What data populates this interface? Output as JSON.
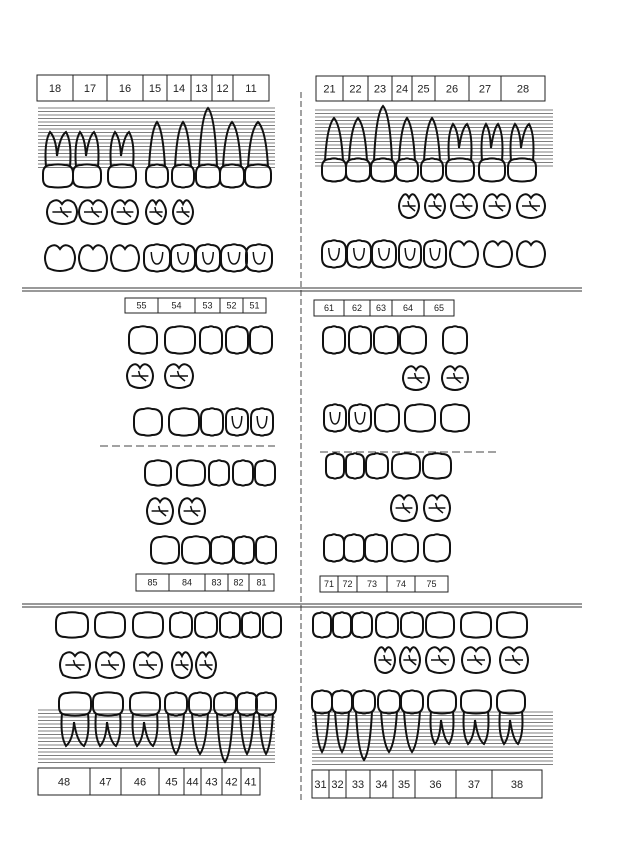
{
  "chart": {
    "upper_permanent_right": [
      "18",
      "17",
      "16",
      "15",
      "14",
      "13",
      "12",
      "11"
    ],
    "upper_permanent_left": [
      "21",
      "22",
      "23",
      "24",
      "25",
      "26",
      "27",
      "28"
    ],
    "upper_primary_right": [
      "55",
      "54",
      "53",
      "52",
      "51"
    ],
    "upper_primary_left": [
      "61",
      "62",
      "63",
      "64",
      "65"
    ],
    "lower_primary_right": [
      "85",
      "84",
      "83",
      "82",
      "81"
    ],
    "lower_primary_left": [
      "71",
      "72",
      "73",
      "74",
      "75"
    ],
    "lower_permanent_right": [
      "48",
      "47",
      "46",
      "45",
      "44",
      "43",
      "42",
      "41"
    ],
    "lower_permanent_left": [
      "31",
      "32",
      "33",
      "34",
      "35",
      "36",
      "37",
      "38"
    ]
  },
  "colors": {
    "ink": "#111111",
    "line": "#333333",
    "background": "#ffffff"
  }
}
